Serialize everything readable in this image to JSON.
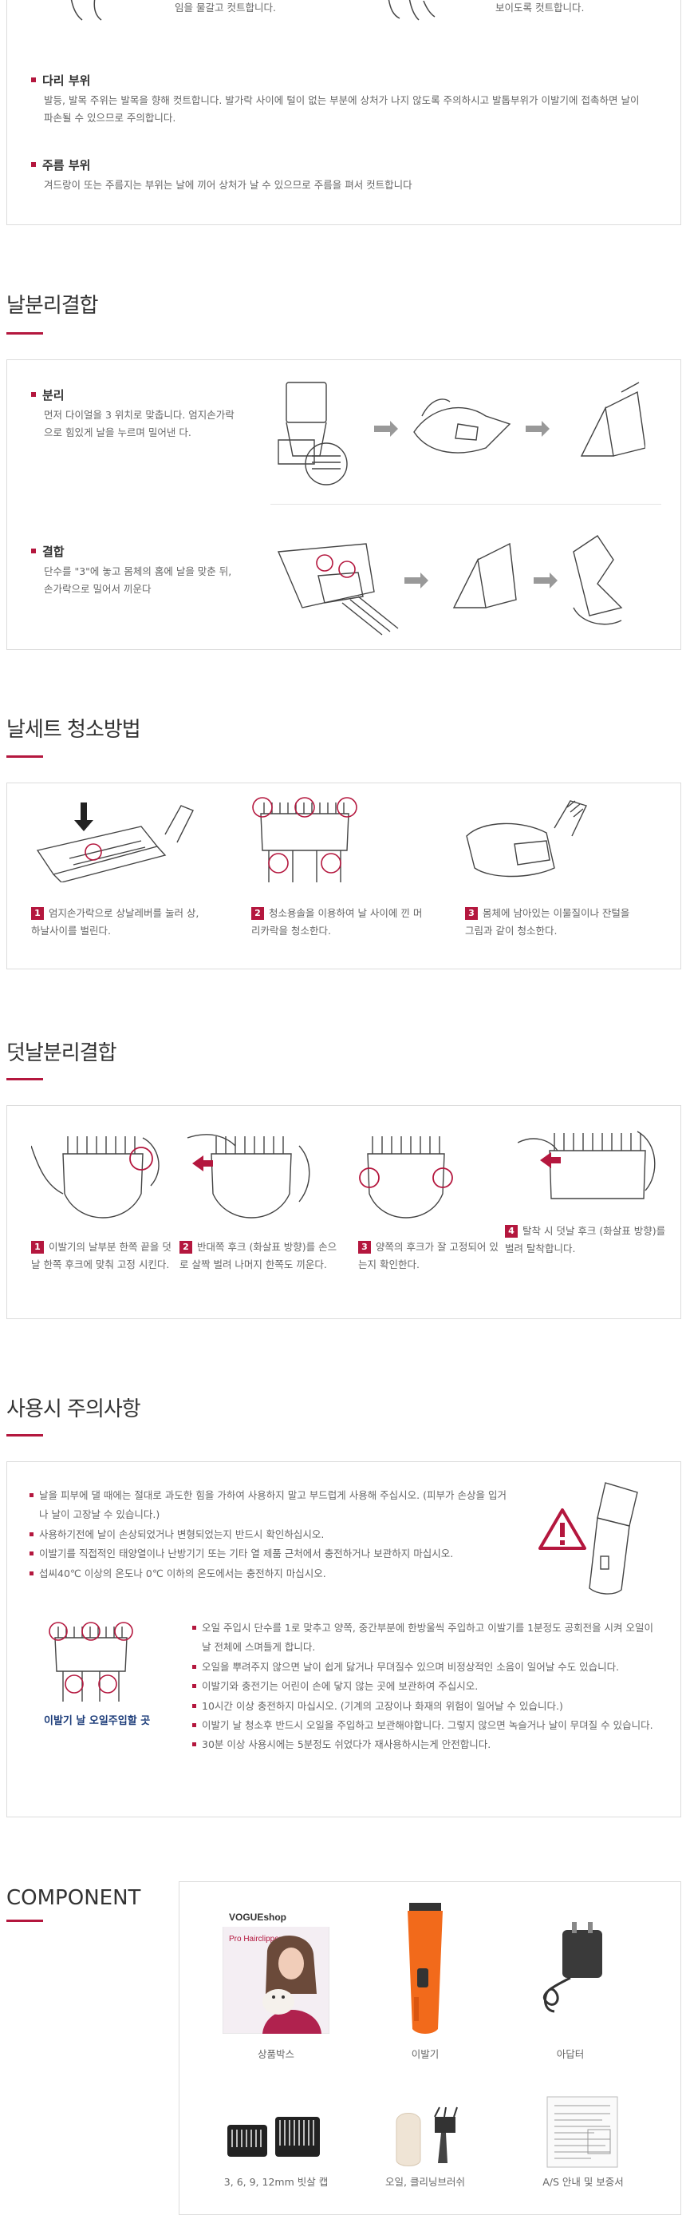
{
  "top_section": {
    "caption_left": "임을 물갈고 컷트합니다.",
    "caption_right": "보이도록 컷트합니다.",
    "items": [
      {
        "title": "다리 부위",
        "text": "발등, 발목 주위는 발목을 향해 컷트합니다. 발가락 사이에 털이 없는 부분에 상처가 나지 않도록 주의하시고 발톱부위가 이발기에 접촉하면 날이 파손될 수 있으므로 주의합니다."
      },
      {
        "title": "주름 부위",
        "text": "겨드랑이 또는 주름지는 부위는 날에 끼어 상처가 날 수 있으므로 주름을 펴서 컷트합니다"
      }
    ]
  },
  "blade_separation": {
    "title": "날분리결합",
    "items": [
      {
        "title": "분리",
        "text": "먼저 다이얼을 3 위치로 맞춥니다. 엄지손가락으로 힘있게 날을 누르며 밀어낸 다."
      },
      {
        "title": "결합",
        "text": "단수를 \"3\"에 놓고 몸체의 홈에 날을 맞춘 뒤, 손가락으로 밀어서 끼운다"
      }
    ]
  },
  "blade_cleaning": {
    "title": "날세트 청소방법",
    "steps": [
      {
        "num": "1",
        "text": "엄지손가락으로 상날레버를 눌러 상,하날사이를 벌린다."
      },
      {
        "num": "2",
        "text": "청소용솔을 이용하여 날 사이에 낀 머리카락을 청소한다."
      },
      {
        "num": "3",
        "text": "몸체에 남아있는 이물질이나 잔털을 그림과 같이 청소한다."
      }
    ]
  },
  "cap_separation": {
    "title": "덧날분리결합",
    "steps": [
      {
        "num": "1",
        "text": "이발기의 날부분 한쪽 끝을 덧날 한쪽 후크에 맞춰 고정 시킨다."
      },
      {
        "num": "2",
        "text": "반대쪽 후크 (화살표 방향)를 손으로 살짝 벌려 나머지 한쪽도 끼운다."
      },
      {
        "num": "3",
        "text": "양쪽의 후크가 잘 고정되어 있는지 확인한다."
      },
      {
        "num": "4",
        "text": "탈착 시 덧날 후크 (화살표 방향)를 벌려 탈착합니다."
      }
    ]
  },
  "cautions": {
    "title": "사용시 주의사항",
    "list_top": [
      "날을 피부에 댈 때에는 절대로 과도한 힘을 가하여 사용하지 말고 부드럽게 사용해 주십시오. (피부가 손상을 입거나 날이 고장날 수 있습니다.)",
      "사용하기전에 날이 손상되었거나 변형되었는지 반드시 확인하십시오.",
      "이발기를 직접적인 태양열이나 난방기기 또는 기타 열 제품 근처에서 충전하거나 보관하지 마십시오.",
      "섭씨40℃ 이상의 온도나 0℃ 이하의 온도에서는 충전하지 마십시오."
    ],
    "oil_caption": "이발기 날 오일주입할 곳",
    "list_bottom": [
      "오일 주입시 단수를 1로 맞추고 양쪽, 중간부분에 한방울씩 주입하고 이발기를 1분정도 공회전을 시켜 오일이 날 전체에 스며들게 합니다.",
      "오일을 뿌려주지 않으면 날이 쉽게 닳거나 무뎌질수 있으며 비정상적인 소음이 일어날 수도 있습니다.",
      "이발기와 충전기는 어린이 손에 닿지 않는 곳에 보관하여 주십시오.",
      "10시간 이상 충전하지 마십시오. (기계의 고장이나 화재의 위험이 일어날 수 있습니다.)",
      "이발기 날 청소후 반드시 오일을 주입하고 보관해야합니다. 그렇지 않으면 녹슬거나 날이 무뎌질 수 있습니다.",
      "30분 이상 사용시에는 5분정도 쉬었다가 재사용하시는게 안전합니다."
    ]
  },
  "component": {
    "title": "COMPONENT",
    "box_brand": "VOGUEshop",
    "box_sub": "Pro Hairclipper",
    "items": [
      {
        "label": "상품박스"
      },
      {
        "label": "이발기"
      },
      {
        "label": "아답터"
      },
      {
        "label": "3, 6, 9, 12mm 빗살 캡"
      },
      {
        "label": "오일, 클리닝브러쉬"
      },
      {
        "label": "A/S 안내 및 보증서"
      }
    ]
  },
  "colors": {
    "accent": "#b4173e",
    "text": "#666666",
    "border": "#dcdcdc",
    "orange_clipper": "#f26a1b"
  }
}
